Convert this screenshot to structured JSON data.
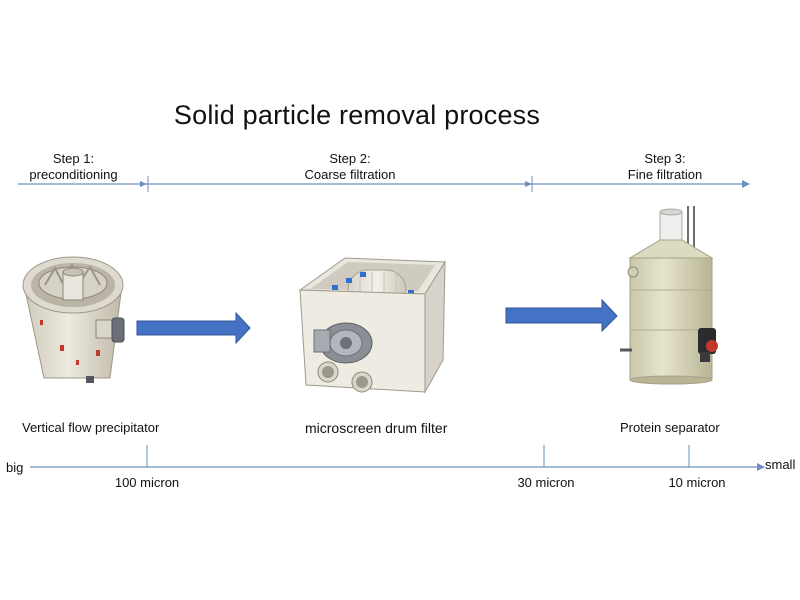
{
  "title": "Solid particle removal process",
  "steps": [
    {
      "number": "Step 1:",
      "name": "preconditioning"
    },
    {
      "number": "Step 2:",
      "name": "Coarse filtration"
    },
    {
      "number": "Step 3:",
      "name": "Fine filtration"
    }
  ],
  "equipment": [
    {
      "label": "Vertical flow precipitator"
    },
    {
      "label": "microscreen drum filter"
    },
    {
      "label": "Protein separator"
    }
  ],
  "scale": {
    "start": "big",
    "end": "small",
    "ticks": [
      "100 micron",
      "30 micron",
      "10 micron"
    ]
  },
  "colors": {
    "timeline": "#6f8fc4",
    "flow_arrow": "#4472c4",
    "flow_arrow_edge": "#2f5597"
  }
}
